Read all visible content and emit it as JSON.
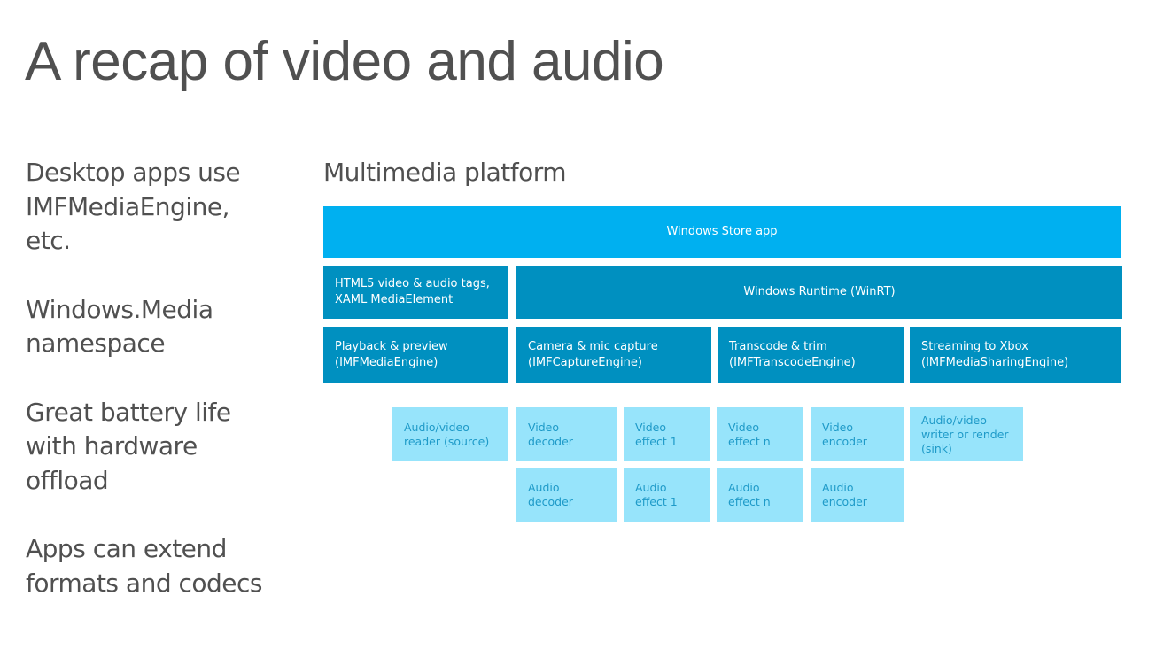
{
  "slide": {
    "title": "A recap of video and audio"
  },
  "bullets": [
    {
      "lines": [
        "Desktop apps use",
        "IMFMediaEngine,",
        "etc."
      ]
    },
    {
      "lines": [
        "Windows.Media",
        "namespace"
      ]
    },
    {
      "lines": [
        "Great battery life",
        "with hardware",
        "offload"
      ]
    },
    {
      "lines": [
        "Apps can extend",
        "formats and codecs"
      ]
    }
  ],
  "diagram": {
    "title": "Multimedia platform",
    "colors": {
      "app_layer": "#00b0f0",
      "api_layer": "#0090c0",
      "component_layer": "#97e4fb",
      "component_text": "#1e9ac8"
    },
    "app": {
      "label": "Windows Store app"
    },
    "html5": {
      "lines": [
        "HTML5 video & audio tags,",
        "XAML MediaElement"
      ]
    },
    "winrt": {
      "label": "Windows Runtime (WinRT)"
    },
    "engines": [
      {
        "lines": [
          "Playback & preview",
          "(IMFMediaEngine)"
        ]
      },
      {
        "lines": [
          "Camera & mic capture",
          "(IMFCaptureEngine)"
        ]
      },
      {
        "lines": [
          "Transcode & trim",
          "(IMFTranscodeEngine)"
        ]
      },
      {
        "lines": [
          "Streaming to Xbox",
          "(IMFMediaSharingEngine)"
        ]
      }
    ],
    "components": {
      "source": {
        "lines": [
          "Audio/video",
          "reader (source)"
        ]
      },
      "video_decoder": {
        "lines": [
          "Video",
          "decoder"
        ]
      },
      "video_effect_1": {
        "lines": [
          "Video",
          "effect 1"
        ]
      },
      "video_effect_n": {
        "lines": [
          "Video",
          "effect n"
        ]
      },
      "video_encoder": {
        "lines": [
          "Video",
          "encoder"
        ]
      },
      "sink": {
        "lines": [
          "Audio/video",
          "writer or render",
          "(sink)"
        ]
      },
      "audio_decoder": {
        "lines": [
          "Audio",
          "decoder"
        ]
      },
      "audio_effect_1": {
        "lines": [
          "Audio",
          "effect 1"
        ]
      },
      "audio_effect_n": {
        "lines": [
          "Audio",
          "effect n"
        ]
      },
      "audio_encoder": {
        "lines": [
          "Audio",
          "encoder"
        ]
      }
    }
  }
}
